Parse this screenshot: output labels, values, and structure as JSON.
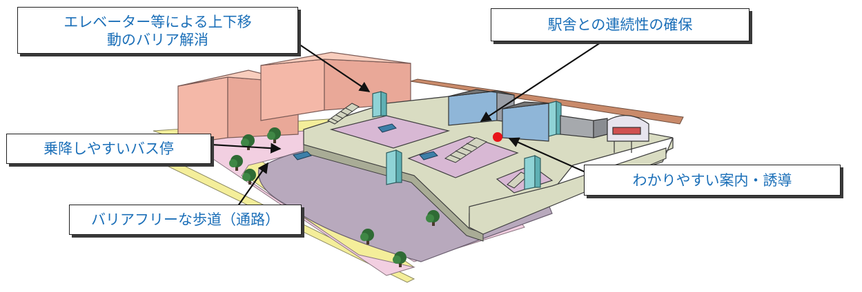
{
  "labels": {
    "elevator_line1": "エレベーター等による上下移",
    "elevator_line2": "動のバリア解消",
    "station_continuity": "駅舎との連続性の確保",
    "bus_stop": "乗降しやすいバス停",
    "guidance": "わかりやすい案内・誘導",
    "walkway": "バリアフリーな歩道（通路）"
  },
  "colors": {
    "label_text": "#1b6fb8",
    "deck": "#d9dcc2",
    "plaza": "#b8a9bd",
    "sidewalk": "#f2cfe1",
    "curb": "#f4ee9a",
    "building": "#f4b8a8",
    "elevator": "#8fd3d6",
    "marker": "#e8141a"
  },
  "icons": [
    "bus-icon",
    "tree-icon",
    "elevator-tower-icon",
    "station-building-icon",
    "red-dot-marker-icon"
  ]
}
